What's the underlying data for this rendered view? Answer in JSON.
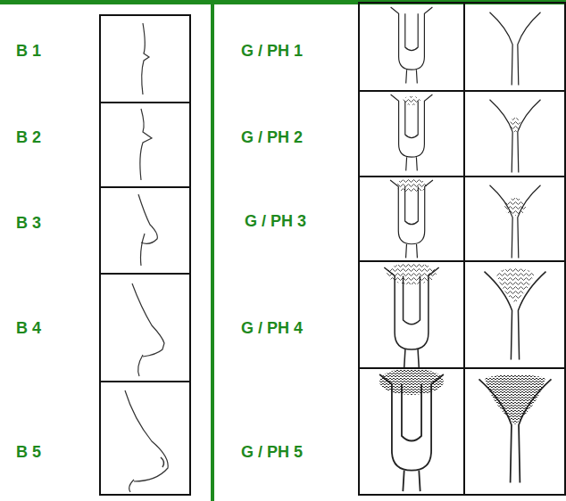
{
  "diagram": {
    "labels": [
      "B 1",
      "B 2",
      "B 3",
      "B 4",
      "B 5",
      "G / PH 1",
      "G / PH 2",
      "G / PH 3",
      "G / PH 4",
      "G / PH 5"
    ]
  }
}
